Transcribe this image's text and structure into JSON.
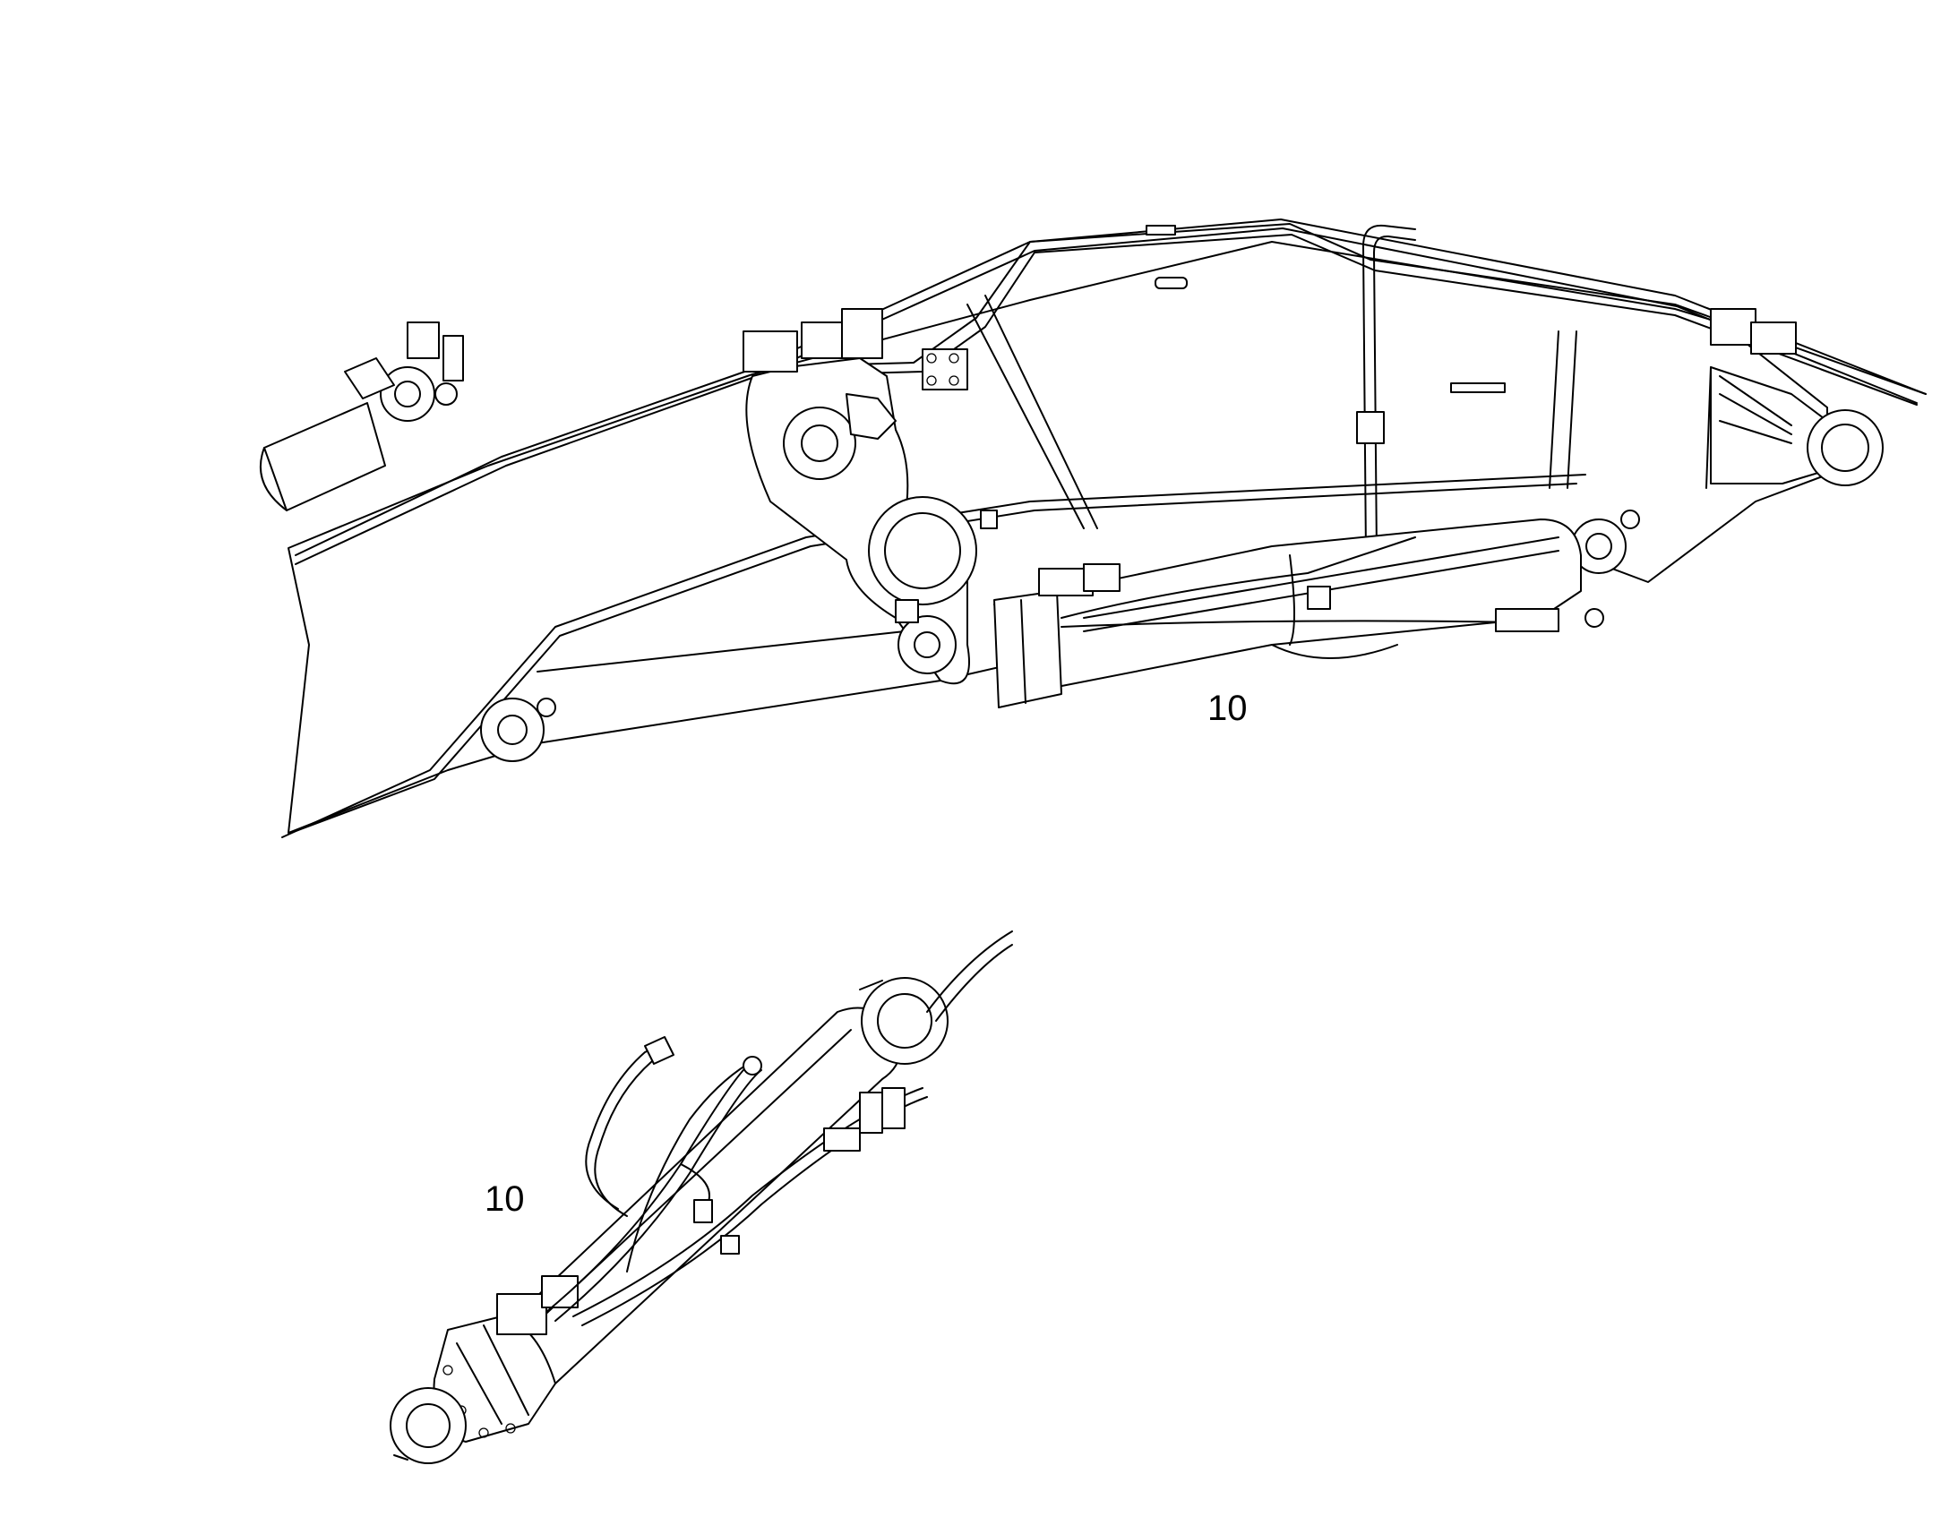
{
  "diagram": {
    "callouts": [
      {
        "id": "boom-cylinder-installed",
        "label": "10"
      },
      {
        "id": "boom-cylinder-detail",
        "label": "10"
      }
    ],
    "icons": [
      "excavator-boom-assembly-drawing",
      "hydraulic-cylinder-drawing"
    ]
  }
}
